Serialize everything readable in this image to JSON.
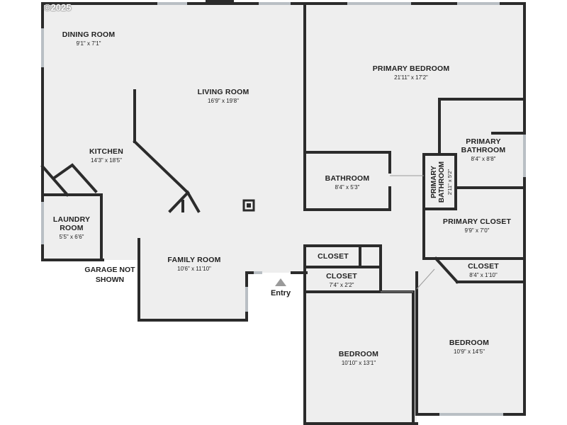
{
  "copyright": "©2025",
  "rooms": {
    "dining": {
      "name": "DINING ROOM",
      "dim": "9'1\" x 7'1\""
    },
    "living": {
      "name": "LIVING ROOM",
      "dim": "16'9\" x 19'8\""
    },
    "primary_bedroom": {
      "name": "PRIMARY BEDROOM",
      "dim": "21'11\" x 17'2\""
    },
    "kitchen": {
      "name": "KITCHEN",
      "dim": "14'3\" x 18'5\""
    },
    "primary_bathroom": {
      "name_line1": "PRIMARY",
      "name_line2": "BATHROOM",
      "dim": "8'4\" x 8'8\""
    },
    "bathroom": {
      "name": "BATHROOM",
      "dim": "8'4\" x 5'3\""
    },
    "primary_bathroom_small": {
      "name_line1": "PRIMARY",
      "name_line2": "BATHROOM",
      "dim": "2'11\" x 5'2\""
    },
    "laundry": {
      "name_line1": "LAUNDRY",
      "name_line2": "ROOM",
      "dim": "5'5\" x 6'6\""
    },
    "primary_closet": {
      "name": "PRIMARY CLOSET",
      "dim": "9'9\" x 7'0\""
    },
    "closet_a": {
      "name": "CLOSET"
    },
    "closet_b": {
      "name": "CLOSET",
      "dim": "7'4\" x 2'2\""
    },
    "closet_c": {
      "name": "CLOSET",
      "dim": "8'4\" x 1'10\""
    },
    "family": {
      "name": "FAMILY ROOM",
      "dim": "10'6\" x 11'10\""
    },
    "bedroom_a": {
      "name": "BEDROOM",
      "dim": "10'10\" x 13'1\""
    },
    "bedroom_b": {
      "name": "BEDROOM",
      "dim": "10'9\" x 14'5\""
    }
  },
  "notes": {
    "garage_line1": "GARAGE NOT",
    "garage_line2": "SHOWN",
    "entry": "Entry"
  },
  "colors": {
    "wall": "#2b2b2b",
    "floor": "#eeeeee",
    "window": "#b9bfc4",
    "background": "#ffffff"
  }
}
